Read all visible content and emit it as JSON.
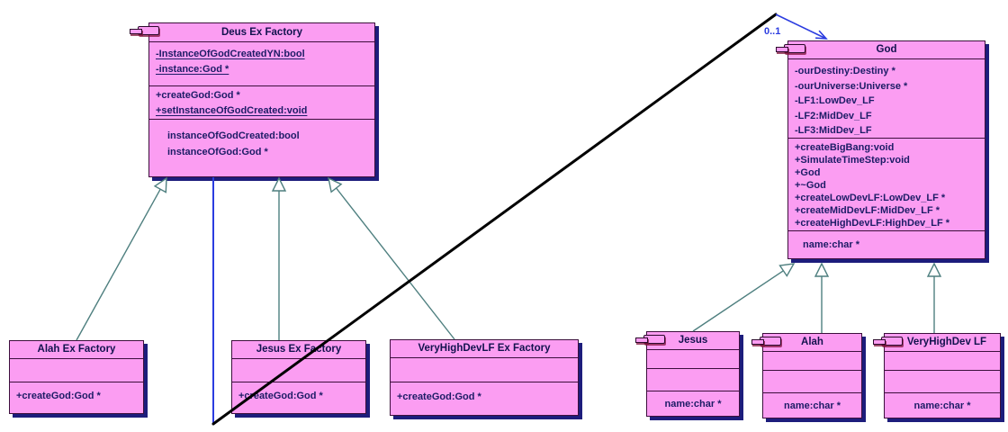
{
  "diagram_title": "Deus Ex Factory UML class diagram",
  "classes": {
    "deus_ex_factory": {
      "title": "Deus Ex Factory",
      "attributes": [
        "-InstanceOfGodCreatedYN:bool",
        "-instance:God *"
      ],
      "operations": [
        "+createGod:God *",
        "+setInstanceOfGodCreated:void"
      ],
      "properties": [
        "instanceOfGodCreated:bool",
        "instanceOfGod:God *"
      ]
    },
    "alah_ex_factory": {
      "title": "Alah Ex Factory",
      "operations": [
        "+createGod:God *"
      ]
    },
    "jesus_ex_factory": {
      "title": "Jesus Ex Factory",
      "operations": [
        "+createGod:God *"
      ]
    },
    "veryhighdevlf_ex_factory": {
      "title": "VeryHighDevLF Ex Factory",
      "operations": [
        "+createGod:God *"
      ]
    },
    "god": {
      "title": "God",
      "attributes": [
        "-ourDestiny:Destiny *",
        "-ourUniverse:Universe *",
        "-LF1:LowDev_LF",
        "-LF2:MidDev_LF",
        "-LF3:MidDev_LF"
      ],
      "operations": [
        "+createBigBang:void",
        "+SimulateTimeStep:void",
        "+God",
        "+~God",
        "+createLowDevLF:LowDev_LF *",
        "+createMidDevLF:MidDev_LF *",
        "+createHighDevLF:HighDev_LF *"
      ],
      "properties": [
        "name:char *"
      ]
    },
    "jesus": {
      "title": "Jesus",
      "properties": [
        "name:char *"
      ]
    },
    "alah": {
      "title": "Alah",
      "properties": [
        "name:char *"
      ]
    },
    "veryhighdev_lf": {
      "title": "VeryHighDev LF",
      "properties": [
        "name:char *"
      ]
    }
  },
  "association": {
    "multiplicity": "0..1"
  },
  "colors": {
    "class_fill": "#fb9df2",
    "class_border": "#3c0f3c",
    "drop_shadow": "#1d1d7c",
    "generalization_line": "#4e7f7f",
    "association_blue": "#2b3ce0",
    "association_black": "#000000",
    "member_text": "#1c1c66"
  }
}
